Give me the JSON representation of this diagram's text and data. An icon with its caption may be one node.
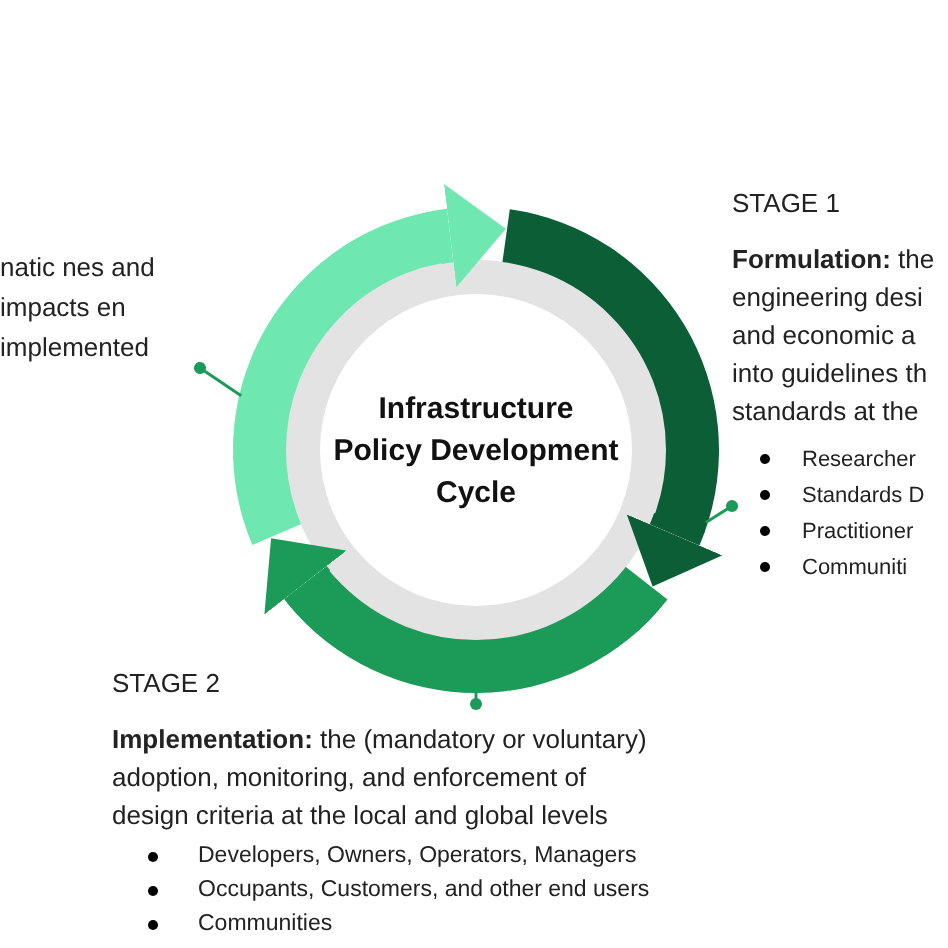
{
  "diagram": {
    "nodes": [
      {
        "text": [
          "Infrastructure Policy Development Cycle"
        ]
      },
      {
        "text": [
          "STAGE 1",
          "**Formulation:** the engineering desi and economic a into guidelines th standards at the",
          "Researcher",
          "Standards D",
          "Practitioner",
          "Communiti"
        ]
      },
      {
        "text": [
          "STAGE 2",
          "**Implementation:** the (mandatory or voluntary) adoption, monitoring, and enforcement of design criteria at the local and global levels",
          "Developers, Owners, Operators, Managers",
          "Occupants, Customers, and other end users",
          "Communities"
        ]
      },
      {
        "text": [
          "natic nes and impacts en implemented"
        ]
      },
      {
        "text": [],
        "shape": "arrow"
      },
      {
        "text": [],
        "shape": "arrow"
      },
      {
        "text": [],
        "shape": "arrow"
      }
    ],
    "edges": [
      {
        "from": 4,
        "to": 5,
        "arrow": "to",
        "style": "thick",
        "color": "#6ee8b0"
      },
      {
        "from": 5,
        "to": 6,
        "arrow": "to",
        "style": "thick",
        "color": "#0b5e36"
      },
      {
        "from": 6,
        "to": 4,
        "arrow": "to",
        "style": "thick",
        "color": "#1c9a57"
      },
      {
        "from": 1,
        "to": 5,
        "arrow": "other"
      },
      {
        "from": 2,
        "to": 6,
        "arrow": "other"
      },
      {
        "from": 3,
        "to": 4,
        "arrow": "other"
      }
    ]
  }
}
